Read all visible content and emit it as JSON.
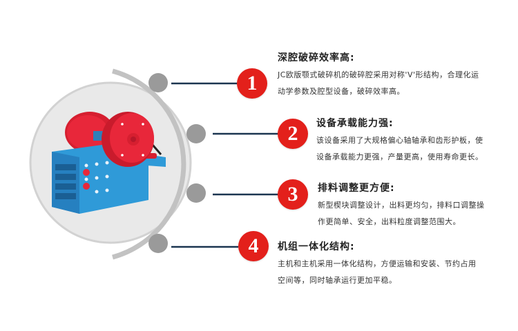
{
  "colors": {
    "accent_red": "#e3201b",
    "connector_line": "#1b3550",
    "arc_gray": "#c2c2c2",
    "node_gray": "#9a9a9a",
    "disc_bg": "#e9e9e9",
    "machine_blue": "#2f9ad8",
    "machine_red": "#e8273a"
  },
  "product_image": {
    "alt": "颚式破碎机",
    "icon": "jaw-crusher-machine"
  },
  "features": [
    {
      "number": "1",
      "title": "深腔破碎效率高:",
      "desc_line1": "JC欧版颚式破碎机的破碎腔采用对称'V'形结构，合理化运",
      "desc_line2": "动学参数及腔型设备，破碎效率高。"
    },
    {
      "number": "2",
      "title": "设备承载能力强:",
      "desc_line1": "该设备采用了大规格偏心轴轴承和齿形护板，使",
      "desc_line2": "设备承载能力更强，产量更高，使用寿命更长。"
    },
    {
      "number": "3",
      "title": "排料调整更方便:",
      "desc_line1": "新型楔块调整设计，出料更均匀，排料口调整操",
      "desc_line2": "作更简单、安全，出料粒度调整范围大。"
    },
    {
      "number": "4",
      "title": "机组一体化结构:",
      "desc_line1": "主机和主机采用一体化结构，方便运输和安装、节约占用",
      "desc_line2": "空间等，同时轴承运行更加平稳。"
    }
  ]
}
